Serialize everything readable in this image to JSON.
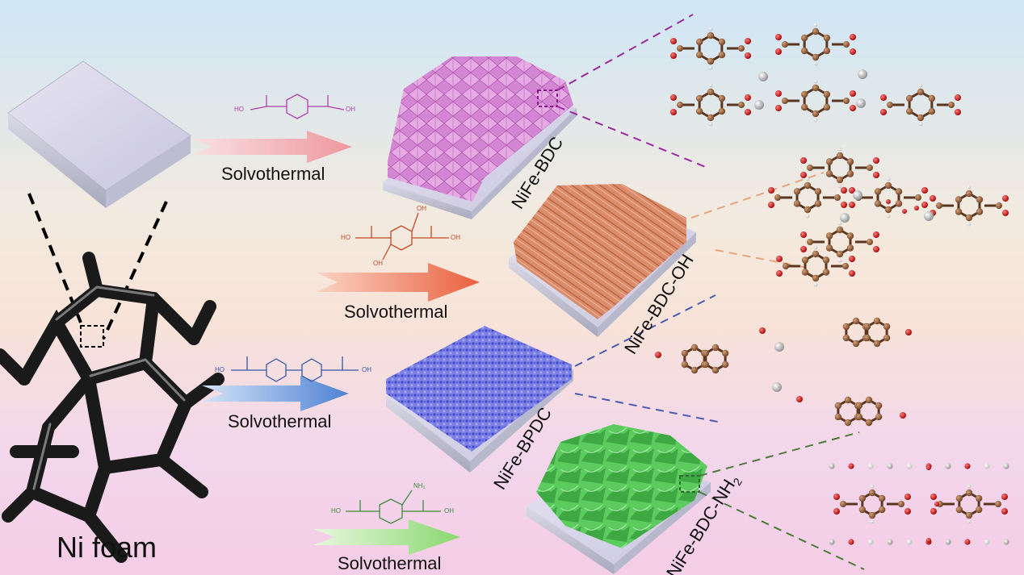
{
  "labels": {
    "ni_foam": "Ni foam",
    "solvothermal_1": "Solvothermal",
    "solvothermal_2": "Solvothermal",
    "solvothermal_3": "Solvothermal",
    "solvothermal_4": "Solvothermal",
    "mof_bdc": "NiFe-BDC",
    "mof_bdc_oh": "NiFe-BDC-OH",
    "mof_bpdc": "NiFe-BPDC",
    "mof_bdc_nh2": "NiFe-BDC-NH",
    "mof_bdc_nh2_sub": "2"
  },
  "linker_text": {
    "ho": "HO",
    "oh": "OH",
    "nh2": "NH₂"
  },
  "colors": {
    "bdc": "#c766c4",
    "bdc_oh": "#d88a6a",
    "bpdc": "#6a72e0",
    "bdc_nh2": "#57c35a",
    "arrow_1": "#f2a6ae",
    "arrow_2": "#ee7e62",
    "arrow_3": "#6f99dd",
    "arrow_4": "#9ee08c"
  },
  "icons": [
    "ni-foam-cube-icon",
    "substrate-plate-icon",
    "molecule-structure-icon"
  ]
}
